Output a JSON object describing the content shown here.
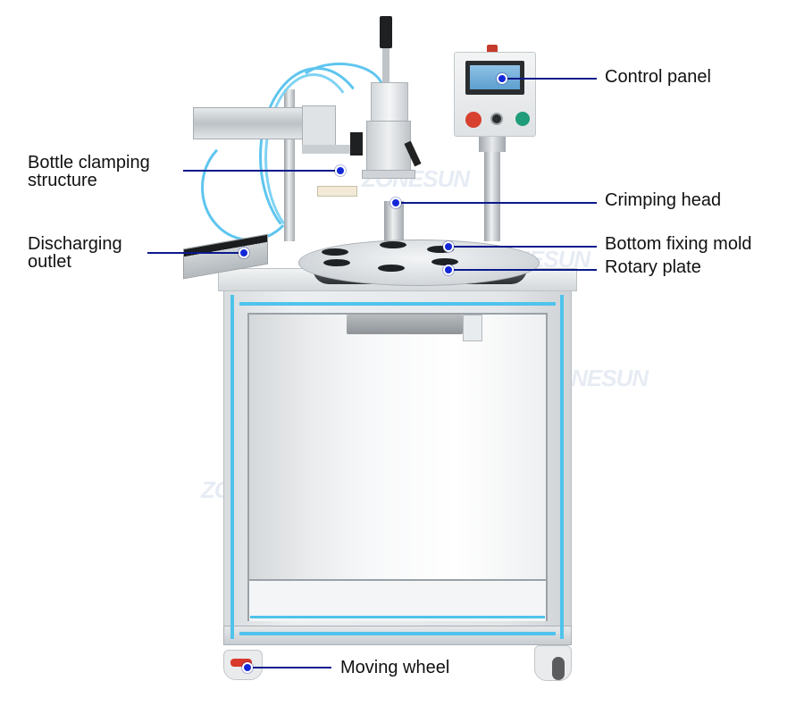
{
  "diagram": {
    "subject": "Rotary bottle crimping machine",
    "colors": {
      "callout_line": "#0a1a8c",
      "callout_dot": "#1228d8",
      "label_text": "#111111",
      "frame_accent": "#4fc3ec",
      "stop_button": "#d8412f",
      "start_button": "#1f9c7a"
    },
    "watermarks": [
      "ZONESUN",
      "ZONESUN",
      "ZONESUN",
      "ZONESUN",
      "ZONESUN",
      "ZONESUN"
    ],
    "callouts": [
      {
        "id": "control-panel",
        "lines": [
          "Control panel"
        ],
        "side": "right"
      },
      {
        "id": "bottle-clamping-structure",
        "lines": [
          "Bottle clamping",
          "structure"
        ],
        "side": "left"
      },
      {
        "id": "crimping-head",
        "lines": [
          "Crimping head"
        ],
        "side": "right"
      },
      {
        "id": "discharging-outlet",
        "lines": [
          "Discharging",
          "outlet"
        ],
        "side": "left"
      },
      {
        "id": "bottom-fixing-mold",
        "lines": [
          "Bottom fixing mold"
        ],
        "side": "right"
      },
      {
        "id": "rotary-plate",
        "lines": [
          "Rotary plate"
        ],
        "side": "right"
      },
      {
        "id": "moving-wheel",
        "lines": [
          "Moving wheel"
        ],
        "side": "right"
      }
    ]
  }
}
